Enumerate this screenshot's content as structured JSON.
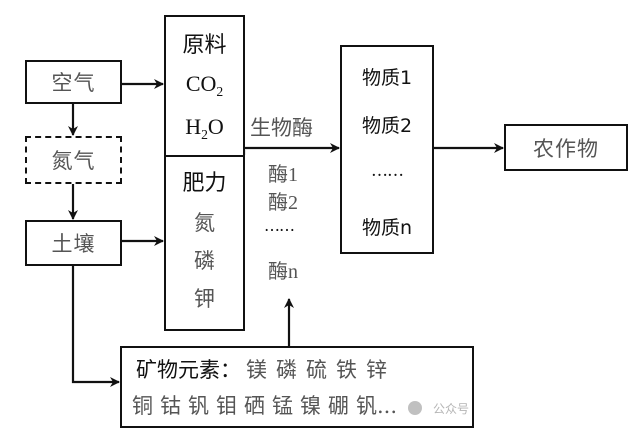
{
  "diagram": {
    "air": {
      "label": "空气"
    },
    "nitrogen": {
      "label": "氮气"
    },
    "soil": {
      "label": "土壤"
    },
    "raw_material": {
      "title": "原料",
      "items": [
        {
          "base": "CO",
          "sub": "2",
          "tail": ""
        },
        {
          "base": "H",
          "sub": "2",
          "tail": "O"
        }
      ]
    },
    "fertility": {
      "title": "肥力",
      "items": [
        "氮",
        "磷",
        "钾"
      ]
    },
    "bio_enzyme": {
      "label": "生物酶",
      "items": [
        "酶1",
        "酶2",
        "……",
        "酶n"
      ]
    },
    "substances": {
      "items": [
        "物质1",
        "物质2",
        "……",
        "物质n"
      ]
    },
    "crop": {
      "label": "农作物"
    },
    "minerals": {
      "title": "矿物元素：",
      "line1": [
        "镁",
        "磷",
        "硫",
        "铁",
        "锌"
      ],
      "line2": [
        "铜",
        "钴",
        "钒",
        "钼",
        "硒",
        "锰",
        "镍",
        "硼",
        "钒..."
      ]
    },
    "watermark": {
      "text": "公众号"
    }
  }
}
